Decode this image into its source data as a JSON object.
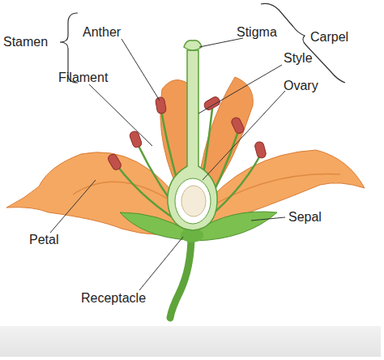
{
  "diagram": {
    "labels": [
      "Stamen",
      "Anther",
      "Stigma",
      "Carpel",
      "Style",
      "Filament",
      "Ovary",
      "Sepal",
      "Petal",
      "Receptacle"
    ]
  }
}
